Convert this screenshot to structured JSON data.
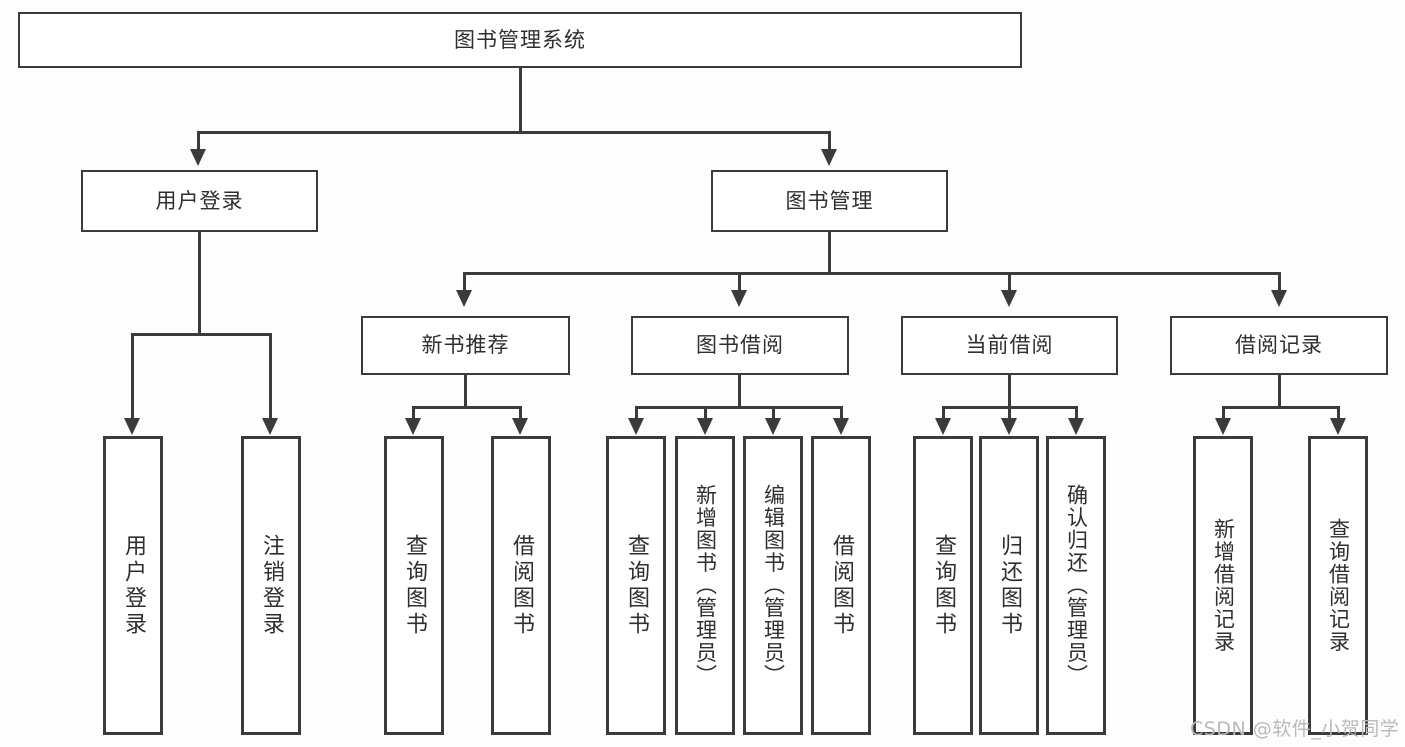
{
  "diagram": {
    "title": "图书管理系统",
    "type": "hierarchy-tree",
    "colors": {
      "background": "#fdfdfd",
      "box_fill": "#ffffff",
      "stroke": "#3b3b3b",
      "text": "#2f2f2f",
      "watermark": "#b9b9b9"
    },
    "root": {
      "label": "图书管理系统"
    },
    "level2": [
      {
        "label": "用户登录"
      },
      {
        "label": "图书管理"
      }
    ],
    "level3": [
      {
        "label": "新书推荐"
      },
      {
        "label": "图书借阅"
      },
      {
        "label": "当前借阅"
      },
      {
        "label": "借阅记录"
      }
    ],
    "leaves": {
      "user_login": [
        {
          "label": "用户登录"
        },
        {
          "label": "注销登录"
        }
      ],
      "new_book_recommend": [
        {
          "label": "查询图书"
        },
        {
          "label": "借阅图书"
        }
      ],
      "book_borrow": [
        {
          "label": "查询图书"
        },
        {
          "label": "新增图书（管理员）"
        },
        {
          "label": "编辑图书（管理员）"
        },
        {
          "label": "借阅图书"
        }
      ],
      "current_borrow": [
        {
          "label": "查询图书"
        },
        {
          "label": "归还图书"
        },
        {
          "label": "确认归还（管理员）"
        }
      ],
      "borrow_record": [
        {
          "label": "新增借阅记录"
        },
        {
          "label": "查询借阅记录"
        }
      ]
    },
    "watermark": "CSDN @软件_小贺同学"
  }
}
